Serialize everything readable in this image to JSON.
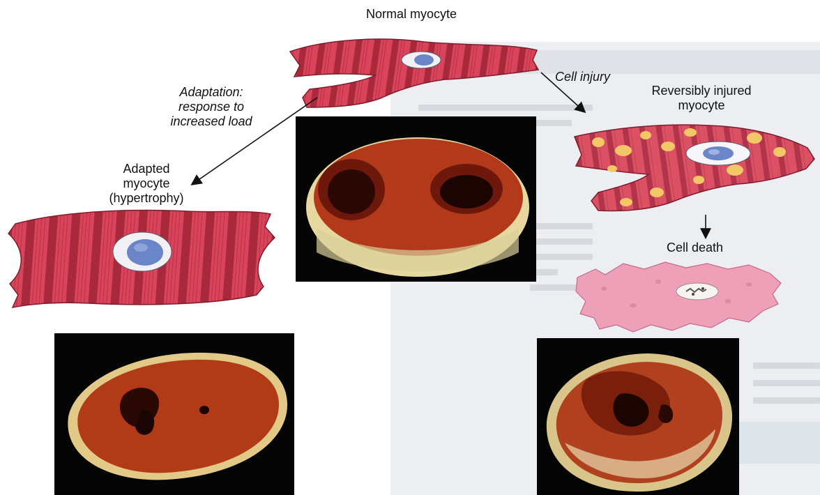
{
  "diagram": {
    "nodes": {
      "normal": "Normal myocyte",
      "adaptation": [
        "Adaptation:",
        "response to",
        "increased load"
      ],
      "injury": "Cell injury",
      "adapted": [
        "Adapted",
        "myocyte",
        "(hypertrophy)"
      ],
      "reversible": [
        "Reversibly injured",
        "myocyte"
      ],
      "death": "Cell death"
    },
    "colors": {
      "muscle": "#d9445a",
      "muscle_band": "#a8283c",
      "nucleus": "#6a85c8",
      "lipid": "#f3c766",
      "dead_cell": "#eea0b8",
      "photo_bg": "#050505",
      "tissue": "#b23a1a",
      "fat": "#e7d8a0"
    }
  }
}
